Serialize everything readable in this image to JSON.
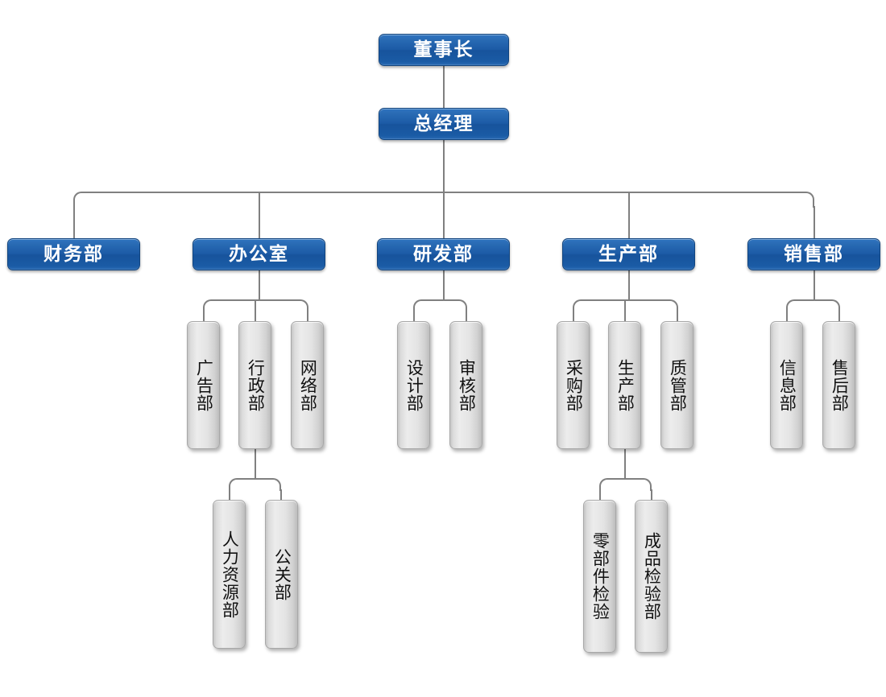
{
  "chart": {
    "type": "org-chart",
    "title": "",
    "orientation": "top-down",
    "levels": 5,
    "colors": {
      "executive_fill": "#1c5ba6",
      "executive_text": "#ffffff",
      "department_fill": "#e4e4e4",
      "department_text": "#111111",
      "connector": "#808080",
      "background": "#ffffff"
    },
    "nodes": {
      "chairman": {
        "label": "董事长",
        "level": 1,
        "style": "blue"
      },
      "general_manager": {
        "label": "总经理",
        "level": 2,
        "style": "blue"
      },
      "finance": {
        "label": "财务部",
        "level": 3,
        "style": "blue"
      },
      "office": {
        "label": "办公室",
        "level": 3,
        "style": "blue"
      },
      "rnd": {
        "label": "研发部",
        "level": 3,
        "style": "blue"
      },
      "production": {
        "label": "生产部",
        "level": 3,
        "style": "blue"
      },
      "sales": {
        "label": "销售部",
        "level": 3,
        "style": "blue"
      },
      "advertising": {
        "label": "广告部",
        "level": 4,
        "style": "gray"
      },
      "administration": {
        "label": "行政部",
        "level": 4,
        "style": "gray"
      },
      "network": {
        "label": "网络部",
        "level": 4,
        "style": "gray"
      },
      "design": {
        "label": "设计部",
        "level": 4,
        "style": "gray"
      },
      "review": {
        "label": "审核部",
        "level": 4,
        "style": "gray"
      },
      "procurement": {
        "label": "采购部",
        "level": 4,
        "style": "gray"
      },
      "manufacturing": {
        "label": "生产部",
        "level": 4,
        "style": "gray"
      },
      "quality": {
        "label": "质管部",
        "level": 4,
        "style": "gray"
      },
      "information": {
        "label": "信息部",
        "level": 4,
        "style": "gray"
      },
      "aftersales": {
        "label": "售后部",
        "level": 4,
        "style": "gray"
      },
      "hr": {
        "label": "人力资源部",
        "level": 5,
        "style": "gray"
      },
      "pr": {
        "label": "公关部",
        "level": 5,
        "style": "gray"
      },
      "parts_inspection": {
        "label": "零部件检验",
        "level": 5,
        "style": "gray"
      },
      "product_inspection": {
        "label": "成品检验部",
        "level": 5,
        "style": "gray"
      }
    },
    "edges": [
      {
        "from": "chairman",
        "to": "general_manager"
      },
      {
        "from": "general_manager",
        "to": "finance"
      },
      {
        "from": "general_manager",
        "to": "office"
      },
      {
        "from": "general_manager",
        "to": "rnd"
      },
      {
        "from": "general_manager",
        "to": "production"
      },
      {
        "from": "general_manager",
        "to": "sales"
      },
      {
        "from": "office",
        "to": "advertising"
      },
      {
        "from": "office",
        "to": "administration"
      },
      {
        "from": "office",
        "to": "network"
      },
      {
        "from": "rnd",
        "to": "design"
      },
      {
        "from": "rnd",
        "to": "review"
      },
      {
        "from": "production",
        "to": "procurement"
      },
      {
        "from": "production",
        "to": "manufacturing"
      },
      {
        "from": "production",
        "to": "quality"
      },
      {
        "from": "sales",
        "to": "information"
      },
      {
        "from": "sales",
        "to": "aftersales"
      },
      {
        "from": "administration",
        "to": "hr"
      },
      {
        "from": "administration",
        "to": "pr"
      },
      {
        "from": "manufacturing",
        "to": "parts_inspection"
      },
      {
        "from": "manufacturing",
        "to": "product_inspection"
      }
    ]
  }
}
